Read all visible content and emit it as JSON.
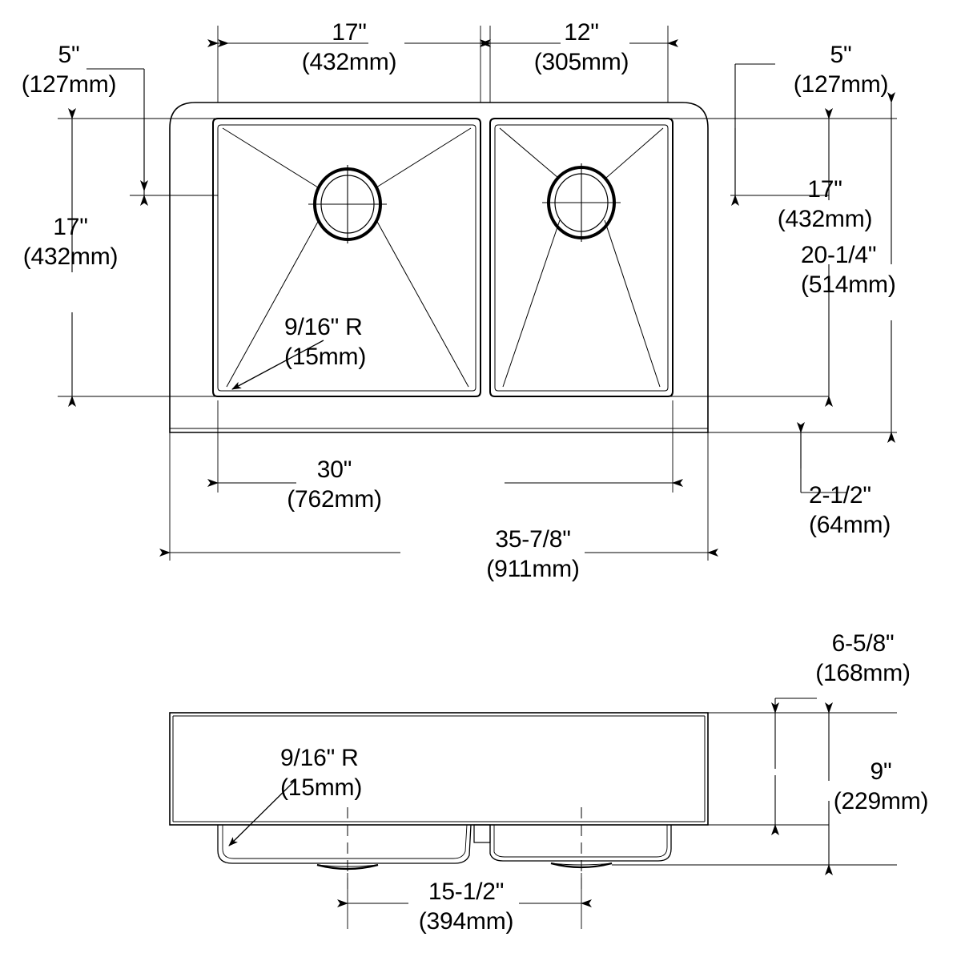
{
  "drawing": {
    "type": "technical-dimension-drawing",
    "subject": "double-bowl-undermount-kitchen-sink",
    "units": "inches-and-millimeters",
    "line_color": "#000000",
    "background_color": "#ffffff",
    "views": [
      {
        "name": "top-view",
        "label": ""
      },
      {
        "name": "front-view",
        "label": ""
      }
    ]
  },
  "top_view": {
    "dim_left_bowl_width": {
      "imperial": "17\"",
      "metric": "(432mm)"
    },
    "dim_right_bowl_width": {
      "imperial": "12\"",
      "metric": "(305mm)"
    },
    "dim_left_inset": {
      "imperial": "5\"",
      "metric": "(127mm)"
    },
    "dim_right_inset": {
      "imperial": "5\"",
      "metric": "(127mm)"
    },
    "dim_left_bowl_depth": {
      "imperial": "17\"",
      "metric": "(432mm)"
    },
    "dim_right_bowl_depth": {
      "imperial": "17\"",
      "metric": "(432mm)"
    },
    "dim_overall_depth": {
      "imperial": "20-1/4\"",
      "metric": "(514mm)"
    },
    "dim_rear_ledge": {
      "imperial": "2-1/2\"",
      "metric": "(64mm)"
    },
    "dim_bowl_span": {
      "imperial": "30\"",
      "metric": "(762mm)"
    },
    "dim_overall_width": {
      "imperial": "35-7/8\"",
      "metric": "(911mm)"
    },
    "corner_radius_note": {
      "imperial": "9/16\" R",
      "metric": "(15mm)"
    }
  },
  "front_view": {
    "corner_radius_note": {
      "imperial": "9/16\" R",
      "metric": "(15mm)"
    },
    "dim_bowl_depth": {
      "imperial": "6-5/8\"",
      "metric": "(168mm)"
    },
    "dim_overall_height": {
      "imperial": "9\"",
      "metric": "(229mm)"
    },
    "dim_drain_spacing": {
      "imperial": "15-1/2\"",
      "metric": "(394mm)"
    }
  }
}
